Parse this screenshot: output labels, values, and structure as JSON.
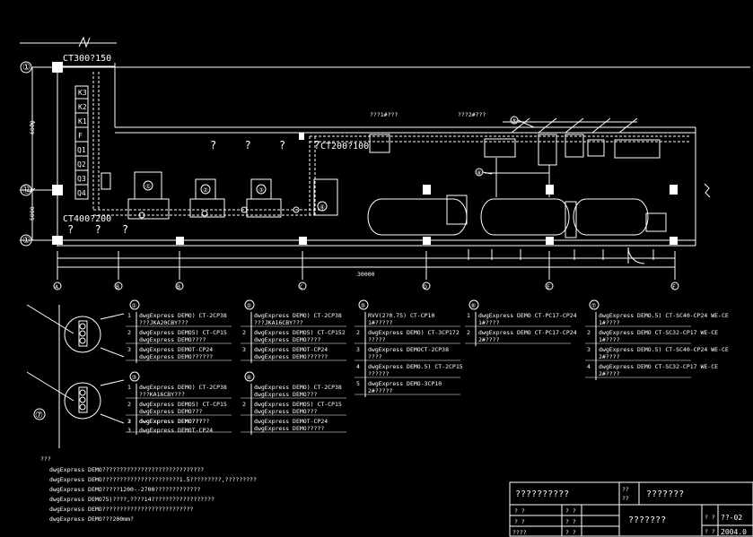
{
  "plan": {
    "axis_left_top": "①",
    "axis_left_mid": "⑫",
    "axis_left_bot": "①",
    "bottom_axes": [
      "A",
      "B",
      "B",
      "C",
      "D",
      "E",
      "F"
    ],
    "cable_top": "CT300?150",
    "cable_mid": "CT200?100",
    "cable_low": "CT400?200",
    "panels": [
      "K3",
      "K2",
      "K1",
      "F",
      "Q1",
      "Q2",
      "Q3",
      "Q4"
    ],
    "question_row": "? ? ? ?",
    "question_row2": "? ? ?",
    "label_top1": "???1#???",
    "label_top2": "???2#???",
    "circle_labels": [
      "①",
      "②",
      "③",
      "④",
      "⑤",
      "⑥"
    ],
    "dim_total": "30000",
    "dim_left_v1": "6000",
    "dim_left_v2": "5000"
  },
  "legend": {
    "left_circle": "⑦",
    "groups": [
      {
        "id": "①",
        "rows": [
          {
            "n": "1",
            "a": "dwgExpress DEMO) CT-2CP38",
            "b": "???JKA20CBY???"
          },
          {
            "n": "2",
            "a": "dwgExpress DEMO5) CT-CP15",
            "b": "dwgExpress DEMO????"
          },
          {
            "n": "3",
            "a": "dwgExpress DEMOT-CP24",
            "b": "dwgExpress DEMO??????"
          }
        ]
      },
      {
        "id": "②",
        "rows": [
          {
            "n": "",
            "a": "dwgExpress DEMO) CT-2CP38",
            "b": "???JKA16CBY???"
          },
          {
            "n": "2",
            "a": "dwgExpress DEMO5) CT-CP152",
            "b": "dwgExpress DEMO????"
          },
          {
            "n": "3",
            "a": "dwgExpress DEMOT-CP24",
            "b": "dwgExpress DEMO??????"
          }
        ]
      },
      {
        "id": "⑤",
        "rows": [
          {
            "n": "",
            "a": "RVV(2?0.75) CT-CP10",
            "b": "1#?????"
          },
          {
            "n": "2",
            "a": "dwgExpress DEMO) CT-3CP172",
            "b": "?????"
          },
          {
            "n": "3",
            "a": "dwgExpress DEMOCT-2CP38",
            "b": "????"
          },
          {
            "n": "4",
            "a": "dwgExpress DEMO.5) CT-2CP15",
            "b": "??????"
          },
          {
            "n": "5",
            "a": "dwgExpress DEMO-3CP10",
            "b": "2#?????"
          }
        ]
      },
      {
        "id": "⑥",
        "rows": [
          {
            "n": "1",
            "a": "dwgExpress DEMO CT-PC17-CP24",
            "b": "1#????"
          },
          {
            "n": "2",
            "a": "dwgExpress DEMO CT-PC17-CP24",
            "b": "2#????"
          }
        ]
      },
      {
        "id": "⑦",
        "rows": [
          {
            "n": "",
            "a": "dwgExpress DEMO.5) CT-SC40-CP24 WE-CE",
            "b": "1#????"
          },
          {
            "n": "2",
            "a": "dwgExpress DEMO CT-SC32-CP17 WE-CE",
            "b": "1#????"
          },
          {
            "n": "3",
            "a": "dwgExpress DEMO.5) CT-SC40-CP24 WE-CE",
            "b": "2#????"
          },
          {
            "n": "4",
            "a": "dwgExpress DEMO CT-SC32-CP17 WE-CE",
            "b": "2#????"
          }
        ]
      },
      {
        "id": "③",
        "rows": [
          {
            "n": "1",
            "a": "dwgExpress DEMO) CT-2CP38",
            "b": "???KA16CBY???"
          },
          {
            "n": "2",
            "a": "dwgExpress DEMO5) CT-CP15",
            "b": "dwgExpress DEMO???"
          },
          {
            "n": "3",
            "a": "dwgExpress DEMO?????",
            "b": ""
          }
        ]
      },
      {
        "id": "④",
        "rows": [
          {
            "n": "",
            "a": "dwgExpress DEMO) CT-2CP38",
            "b": "dwgExpress DEMO???"
          },
          {
            "n": "2",
            "a": "dwgExpress DEMO5) CT-CP15",
            "b": "dwgExpress DEMO???"
          },
          {
            "n": "",
            "a": "dwgExpress DEMOT-CP24",
            "b": "dwgExpress DEMO?????"
          }
        ]
      }
    ],
    "extra_left_rows": [
      {
        "n": "2",
        "a": "dwgExpress DEMO???",
        "b": ""
      },
      {
        "n": "3",
        "a": "dwgExpress DEMOT-CP24",
        "b": ""
      }
    ]
  },
  "notes": {
    "title": "???",
    "lines": [
      "dwgExpress DEMO?????????????????????????????",
      "dwgExpress DEMO??????????????????????1.5?????????,?????????",
      "dwgExpress DEMO?????1200--2700?????????????",
      "dwgExpress DEMO75)????,????14??????????????????",
      "dwgExpress DEMO??????????????????????????",
      "dwgExpress DEMO???200mm?"
    ]
  },
  "titleblock": {
    "r1c1": "??????????",
    "r1c2": "??\n??",
    "r1c3": "???????",
    "r2a": "? ?",
    "r2b": "? ?",
    "r3a": "? ?",
    "r3b": "? ?",
    "r4a": "????",
    "r4b": "? ?",
    "center": "???????",
    "rc1": "? ?",
    "rc2": "??-02",
    "rc3": "? ?",
    "rc4": "2004.0"
  }
}
